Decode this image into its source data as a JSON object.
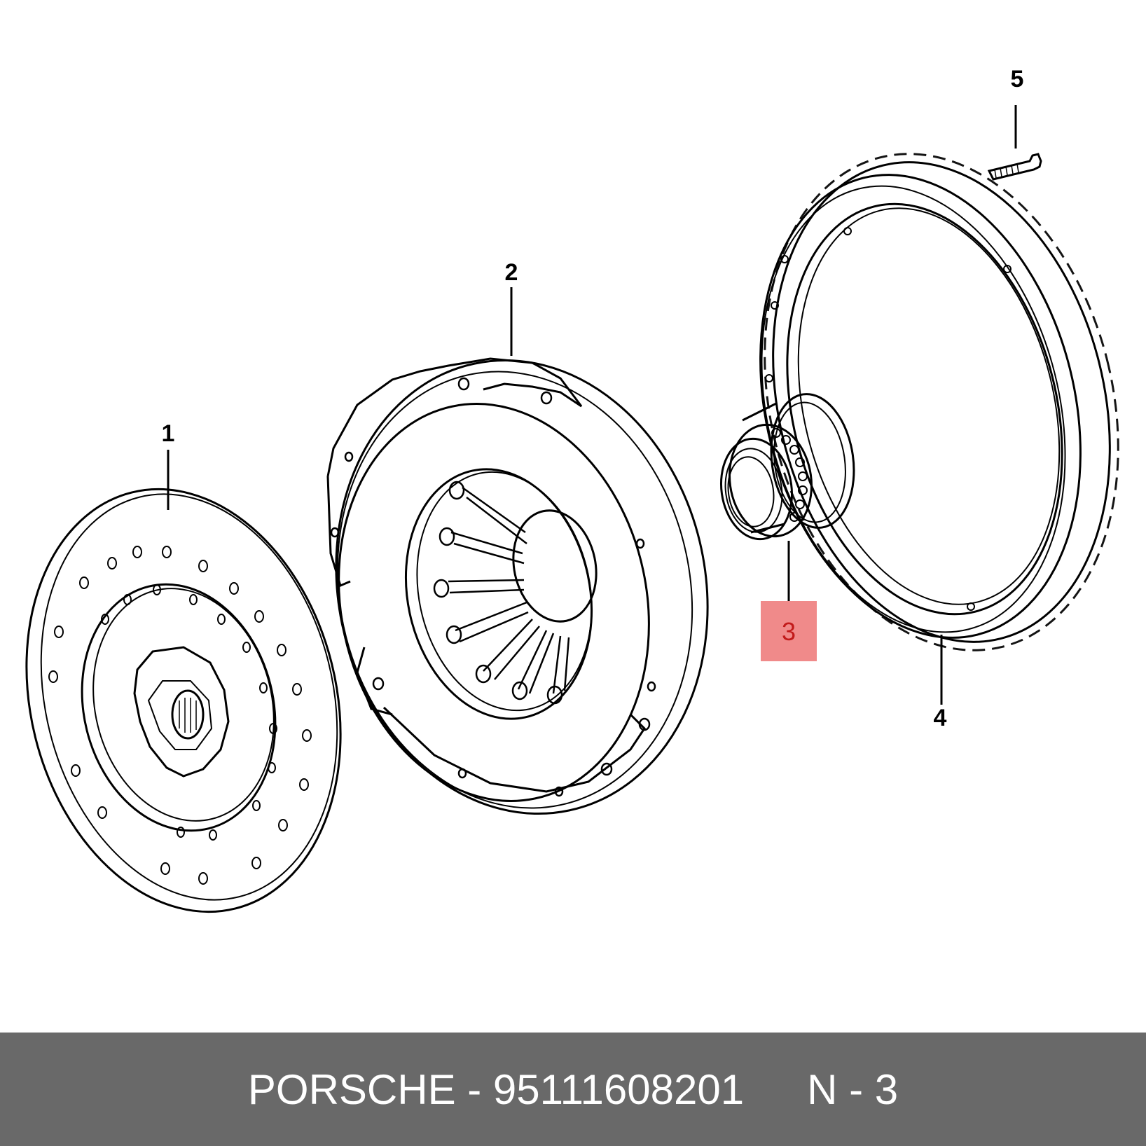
{
  "diagram": {
    "callouts": [
      {
        "id": "1",
        "label": "1"
      },
      {
        "id": "2",
        "label": "2"
      },
      {
        "id": "3",
        "label": "3"
      },
      {
        "id": "4",
        "label": "4"
      },
      {
        "id": "5",
        "label": "5"
      }
    ],
    "highlighted_callout": "3",
    "highlight_color": "#f08a8a"
  },
  "footer": {
    "brand": "PORSCHE",
    "separator": "-",
    "part_number": "95111608201",
    "position_label": "N - 3",
    "background_color": "#696969"
  }
}
